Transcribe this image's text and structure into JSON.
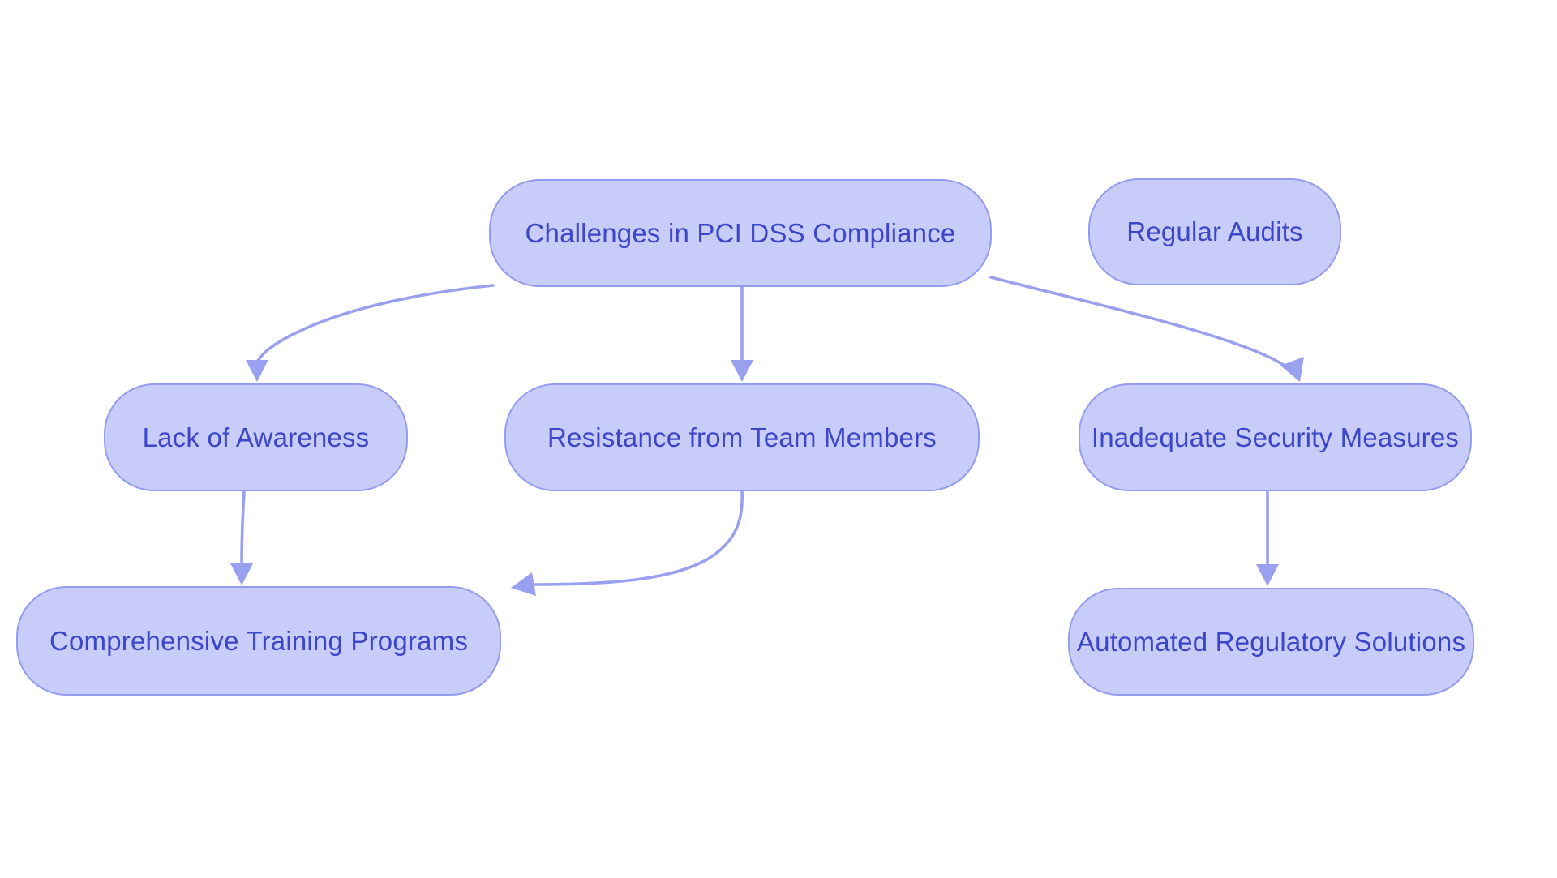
{
  "diagram": {
    "type": "flowchart",
    "colors": {
      "background": "#ffffff",
      "node_fill": "#c8ccf8",
      "node_border": "#949cee",
      "edge_color": "#99a0f0",
      "text_color": "#3c46c9"
    },
    "nodes": [
      {
        "id": "challenges",
        "label": "Challenges in PCI DSS Compliance"
      },
      {
        "id": "regular-audits",
        "label": "Regular Audits"
      },
      {
        "id": "lack-of-awareness",
        "label": "Lack of Awareness"
      },
      {
        "id": "resistance-from-team-members",
        "label": "Resistance from Team Members"
      },
      {
        "id": "inadequate-security-measures",
        "label": "Inadequate Security Measures"
      },
      {
        "id": "comprehensive-training-programs",
        "label": "Comprehensive Training Programs"
      },
      {
        "id": "automated-regulatory-solutions",
        "label": "Automated Regulatory Solutions"
      }
    ],
    "edges": [
      {
        "from": "challenges",
        "to": "lack-of-awareness"
      },
      {
        "from": "challenges",
        "to": "resistance-from-team-members"
      },
      {
        "from": "challenges",
        "to": "inadequate-security-measures"
      },
      {
        "from": "lack-of-awareness",
        "to": "comprehensive-training-programs"
      },
      {
        "from": "resistance-from-team-members",
        "to": "comprehensive-training-programs"
      },
      {
        "from": "inadequate-security-measures",
        "to": "automated-regulatory-solutions"
      }
    ]
  }
}
